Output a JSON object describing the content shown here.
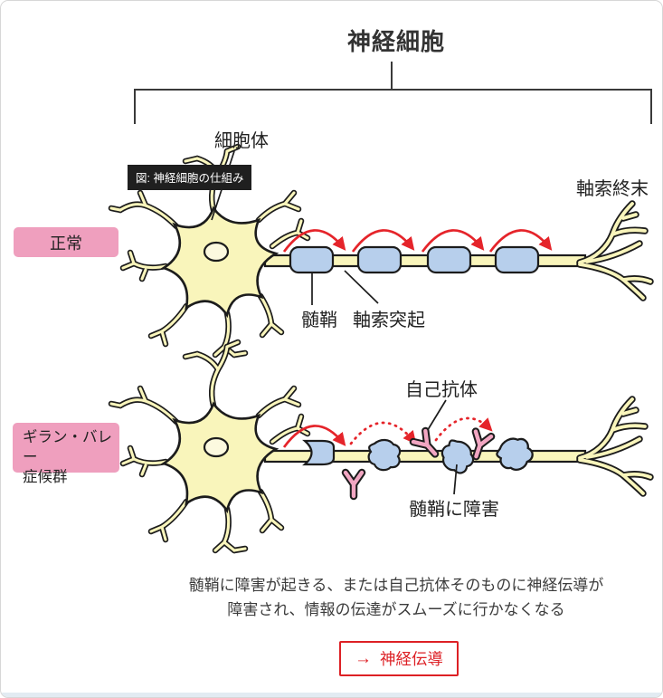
{
  "title": "神経細胞",
  "figure_badge": "図: 神経細胞の仕組み",
  "row_normal": {
    "label": "正常"
  },
  "row_gbs": {
    "line1": "ギラン・バレー",
    "line2": "症候群"
  },
  "annotations": {
    "cell_body": "細胞体",
    "axon_terminal": "軸索終末",
    "myelin": "髄鞘",
    "axon_process": "軸索突起",
    "autoantibody": "自己抗体",
    "myelin_damage": "髄鞘に障害"
  },
  "description": {
    "line1": "髄鞘に障害が起きる、または自己抗体そのものに神経伝導が",
    "line2": "障害され、情報の伝達がスムーズに行かなくなる"
  },
  "link_button": {
    "arrow": "→",
    "label": "神経伝導"
  },
  "colors": {
    "accent_red": "#e5242a",
    "label_pink": "#ef9fbe",
    "antibody_pink": "#f2a6c2",
    "myelin_blue": "#b7cfec",
    "cell_yellow": "#f9f5bb",
    "outline_black": "#1c1c1c",
    "badge_black": "#1f1f1f",
    "button_red": "#dd2025"
  }
}
